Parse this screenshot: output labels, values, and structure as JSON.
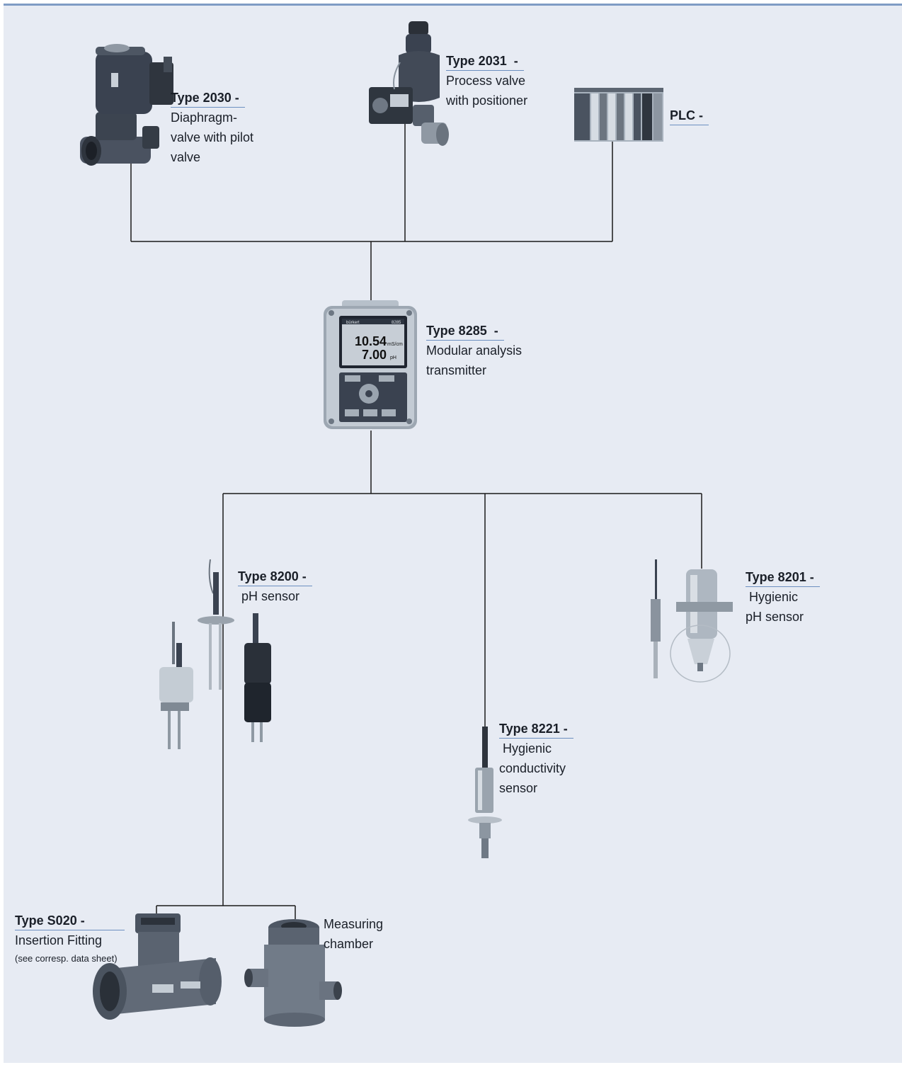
{
  "colors": {
    "background": "#e7ebf3",
    "top_rule": "#7f9cc4",
    "wire": "#1a1a1a",
    "title_underline": "#6c8fc0",
    "device_dark": "#3a4350",
    "device_grey": "#8a949f",
    "device_light": "#c8d0d8"
  },
  "devices": [
    {
      "key": "type_2030",
      "title": "Type 2030 -",
      "desc": "Diaphragm-\nvalve with pilot\nvalve",
      "icon": "diaphragm-valve-icon"
    },
    {
      "key": "type_2031",
      "title": "Type 2031  -",
      "desc": "Process valve\nwith positioner",
      "icon": "process-valve-icon"
    },
    {
      "key": "plc",
      "title": "PLC -",
      "desc": "",
      "icon": "plc-rack-icon"
    },
    {
      "key": "type_8285",
      "title": "Type 8285  -",
      "desc": "Modular analysis\ntransmitter",
      "icon": "transmitter-icon"
    },
    {
      "key": "type_8200",
      "title": "Type 8200 -",
      "desc": " pH sensor",
      "icon": "ph-sensor-icon"
    },
    {
      "key": "type_8201",
      "title": "Type 8201 -",
      "desc": " Hygienic\npH sensor",
      "icon": "hygienic-ph-sensor-icon"
    },
    {
      "key": "type_8221",
      "title": "Type 8221 -",
      "desc": " Hygienic\nconductivity\nsensor",
      "icon": "conductivity-sensor-icon"
    },
    {
      "key": "type_s020",
      "title": "Type S020 -",
      "desc": "Insertion Fitting",
      "note": "(see corresp. data sheet)",
      "icon": "insertion-fitting-icon"
    },
    {
      "key": "measuring_chamber",
      "title": "",
      "desc": "Measuring\nchamber",
      "icon": "measuring-chamber-icon"
    }
  ],
  "display": {
    "brand": "bürkert",
    "model": "8285",
    "value_1": "10.54",
    "unit_1": "mS/cm",
    "value_2": "7.00",
    "unit_2": "pH"
  }
}
